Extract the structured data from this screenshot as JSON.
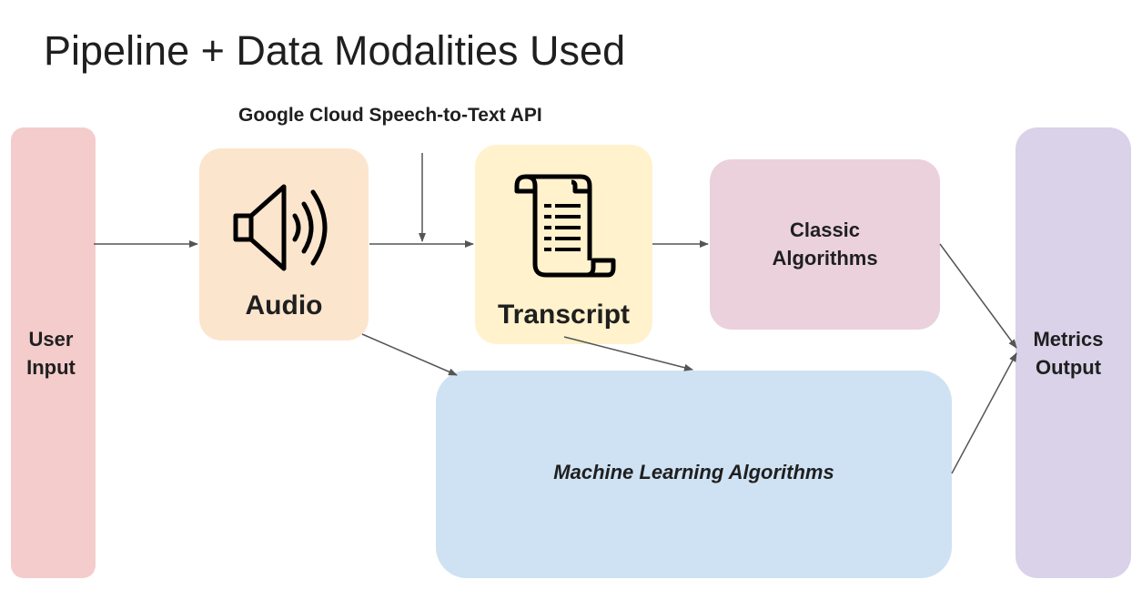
{
  "title": "Pipeline + Data Modalities Used",
  "api_label": "Google Cloud Speech-to-Text API",
  "nodes": {
    "user_input": {
      "line1": "User",
      "line2": "Input",
      "color": "#f4cccc"
    },
    "audio": {
      "label": "Audio",
      "icon": "speaker-icon",
      "color": "#fce5cd"
    },
    "transcript": {
      "label": "Transcript",
      "icon": "scroll-icon",
      "color": "#fff2cc"
    },
    "classic": {
      "line1": "Classic",
      "line2": "Algorithms",
      "color": "#ead1dc"
    },
    "ml": {
      "label": "Machine Learning Algorithms",
      "color": "#cfe2f3"
    },
    "metrics": {
      "line1": "Metrics",
      "line2": "Output",
      "color": "#d9d2e9"
    }
  },
  "edges": [
    {
      "from": "user_input",
      "to": "audio"
    },
    {
      "from": "audio",
      "to": "transcript"
    },
    {
      "from": "api",
      "to": "audio-transcript-edge"
    },
    {
      "from": "transcript",
      "to": "classic"
    },
    {
      "from": "audio",
      "to": "ml"
    },
    {
      "from": "transcript",
      "to": "ml"
    },
    {
      "from": "classic",
      "to": "metrics"
    },
    {
      "from": "ml",
      "to": "metrics"
    }
  ]
}
